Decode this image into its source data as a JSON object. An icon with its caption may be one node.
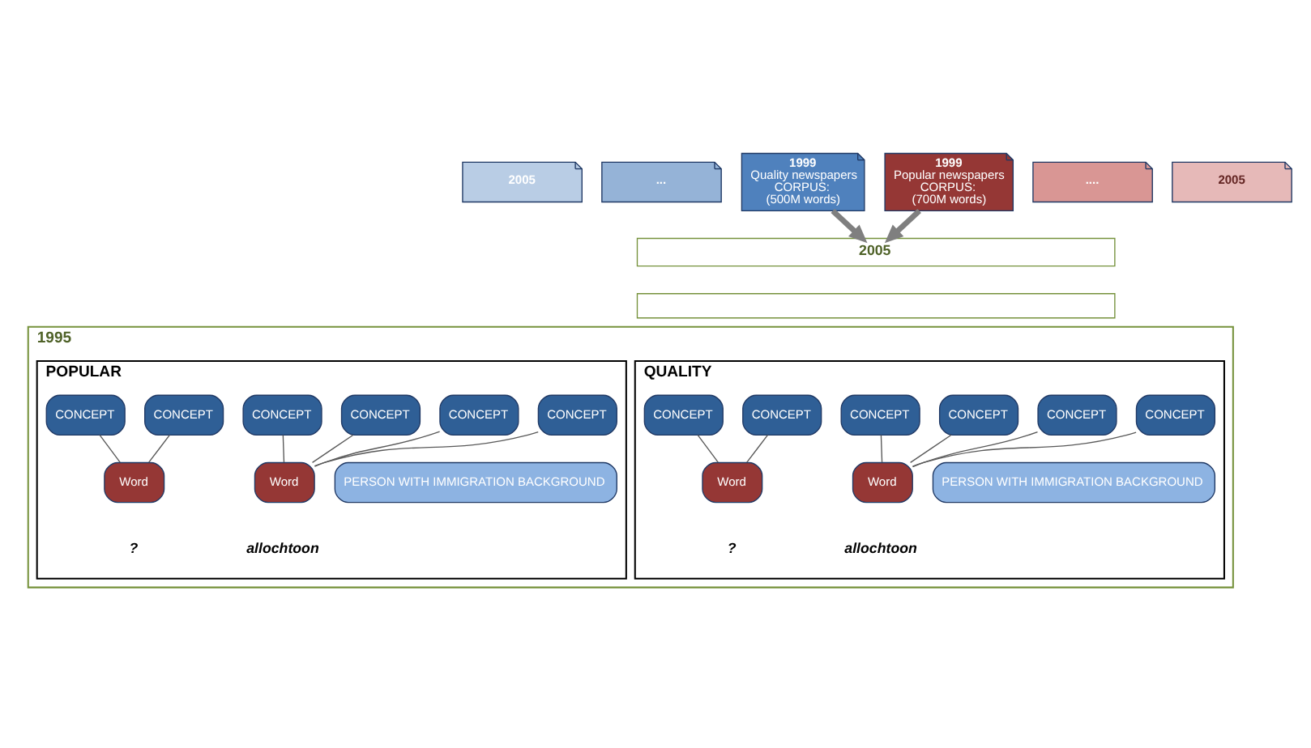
{
  "diagram": {
    "nodes": [
      {
        "text": [
          "2005"
        ]
      },
      {
        "text": [
          "..."
        ]
      },
      {
        "text": [
          "1999",
          "Quality newspapers",
          "CORPUS:",
          "(500M words)"
        ]
      },
      {
        "text": [
          "2005"
        ]
      },
      {
        "text": [
          "...."
        ]
      },
      {
        "text": [
          "1999",
          "Popular newspapers",
          "CORPUS:",
          "(700M words)"
        ]
      },
      {
        "text": [
          "2005"
        ]
      },
      {
        "text": [],
        "shape": "box"
      },
      {
        "text": [
          "1995"
        ]
      },
      {
        "text": [
          "QUALITY"
        ],
        "in": 8
      },
      {
        "text": [
          "CONCEPT"
        ],
        "in": 9
      },
      {
        "text": [
          "CONCEPT"
        ],
        "in": 9
      },
      {
        "text": [
          "CONCEPT"
        ],
        "in": 9
      },
      {
        "text": [
          "CONCEPT"
        ],
        "in": 9
      },
      {
        "text": [
          "CONCEPT"
        ],
        "in": 9
      },
      {
        "text": [
          "CONCEPT"
        ],
        "in": 9
      },
      {
        "text": [
          "PERSON WITH IMMIGRATION BACKGROUND"
        ],
        "in": 9
      },
      {
        "text": [
          "Word"
        ],
        "in": 9,
        "beside": [
          "?"
        ]
      },
      {
        "text": [
          "Word"
        ],
        "in": 9,
        "beside": [
          "allochtoon"
        ]
      },
      {
        "text": [
          "POPULAR"
        ],
        "in": 8
      },
      {
        "text": [
          "CONCEPT"
        ],
        "in": 19
      },
      {
        "text": [
          "CONCEPT"
        ],
        "in": 19
      },
      {
        "text": [
          "CONCEPT"
        ],
        "in": 19
      },
      {
        "text": [
          "CONCEPT"
        ],
        "in": 19
      },
      {
        "text": [
          "CONCEPT"
        ],
        "in": 19
      },
      {
        "text": [
          "CONCEPT"
        ],
        "in": 19
      },
      {
        "text": [
          "PERSON WITH IMMIGRATION BACKGROUND"
        ],
        "in": 19
      },
      {
        "text": [
          "Word"
        ],
        "in": 19,
        "beside": [
          "?"
        ]
      },
      {
        "text": [
          "Word"
        ],
        "in": 19,
        "beside": [
          "allochtoon"
        ]
      }
    ],
    "edges": [
      {
        "from": 2,
        "to": 6,
        "arrow": "to",
        "style": "thick",
        "color": "#7f7f7f"
      },
      {
        "from": 5,
        "to": 6,
        "arrow": "to",
        "style": "thick",
        "color": "#7f7f7f"
      },
      {
        "from": 10,
        "to": 18,
        "arrow": "none"
      },
      {
        "from": 11,
        "to": 18,
        "arrow": "none"
      },
      {
        "from": 12,
        "to": 17,
        "arrow": "none"
      },
      {
        "from": 13,
        "to": 18,
        "arrow": "none"
      },
      {
        "from": 14,
        "to": 17,
        "arrow": "none"
      },
      {
        "from": 15,
        "to": 18,
        "arrow": "none"
      },
      {
        "from": 20,
        "to": 28,
        "arrow": "none"
      },
      {
        "from": 21,
        "to": 28,
        "arrow": "none"
      },
      {
        "from": 22,
        "to": 27,
        "arrow": "none"
      },
      {
        "from": 23,
        "to": 28,
        "arrow": "none"
      },
      {
        "from": 24,
        "to": 27,
        "arrow": "none"
      },
      {
        "from": 25,
        "to": 28,
        "arrow": "none"
      }
    ]
  }
}
